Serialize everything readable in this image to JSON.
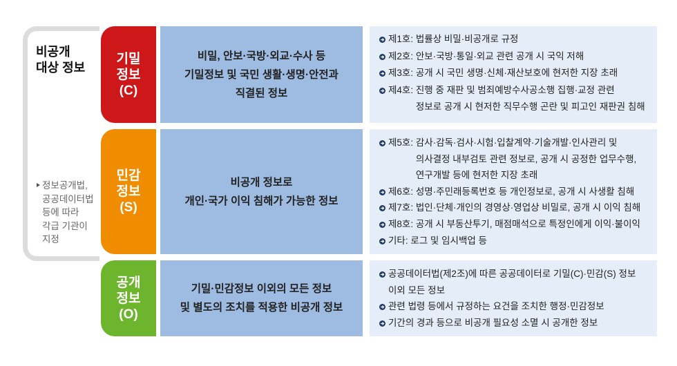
{
  "side": {
    "title_lines": [
      "비공개",
      "대상 정보"
    ],
    "note_lines": [
      "정보공개법,",
      "공공데이터법",
      "등에 따라",
      "각급 기관이",
      "지정"
    ]
  },
  "colors": {
    "confidential": "#cd1719",
    "sensitive": "#f08c00",
    "open": "#6cb52d",
    "description_bg": "#9ebbe1",
    "detail_bg": "#e4edf8",
    "bullet": "#1e3a6a",
    "bracket": "#dcdcdc"
  },
  "rows": [
    {
      "label_lines": [
        "기밀",
        "정보",
        "(C)"
      ],
      "description_lines": [
        "비밀, 안보·국방·외교·수사 등",
        "기밀정보 및 국민 생활·생명·안전과",
        "직결된 정보"
      ],
      "items": [
        {
          "label": "제1호: ",
          "lines": [
            "법률상 비밀·비공개로 규정"
          ]
        },
        {
          "label": "제2호: ",
          "lines": [
            "안보·국방·통일·외교 관련 공개 시 국익 저해"
          ]
        },
        {
          "label": "제3호: ",
          "lines": [
            "공개 시 국민 생명·신체·재산보호에 현저한 지장 초래"
          ]
        },
        {
          "label": "제4호: ",
          "lines": [
            "진행 중 재판 및 범죄예방수사공소행 집행·교정 관련",
            "정보로 공개 시 현저한 직무수행 곤란 및 피고인 재판권 침해"
          ]
        }
      ]
    },
    {
      "label_lines": [
        "민감",
        "정보",
        "(S)"
      ],
      "description_lines": [
        "비공개 정보로",
        "개인·국가 이익 침해가 가능한 정보"
      ],
      "items": [
        {
          "label": "제5호: ",
          "lines": [
            "감사·감독·검사·시험·입찰계약·기술개발·인사관리 및",
            "의사결정 내부검토 관련 정보로, 공개 시 공정한 업무수행,",
            "연구개발 등에 현저한 지장 초래"
          ]
        },
        {
          "label": "제6호: ",
          "lines": [
            "성명·주민래등록번호 등 개인정보로, 공개 시 사생활 침해"
          ]
        },
        {
          "label": "제7호: ",
          "lines": [
            "법인·단체·개인의 경영상·영업상 비밀로, 공개 시 이익 침해"
          ]
        },
        {
          "label": "제8호: ",
          "lines": [
            "공개 시 부동산투기, 매점매석으로 특정인에게 이익·불이익"
          ]
        },
        {
          "label": "기타: ",
          "lines": [
            "로그 및 임시백업 등"
          ]
        }
      ]
    },
    {
      "label_lines": [
        "공개",
        "정보",
        "(O)"
      ],
      "description_lines": [
        "기밀·민감정보 이외의 모든 정보",
        "및 별도의 조치를 적용한 비공개 정보"
      ],
      "items": [
        {
          "label": "",
          "lines": [
            "공공데이터법(제2조)에 따른 공공데이터로 기밀(C)·민감(S) 정보",
            "이외 모든 정보"
          ]
        },
        {
          "label": "",
          "lines": [
            "관련 법령 등에서 규정하는 요건을 조치한 행정·민감정보"
          ]
        },
        {
          "label": "",
          "lines": [
            "기간의 경과 등으로 비공개 필요성 소멸 시 공개한 정보"
          ]
        }
      ]
    }
  ]
}
